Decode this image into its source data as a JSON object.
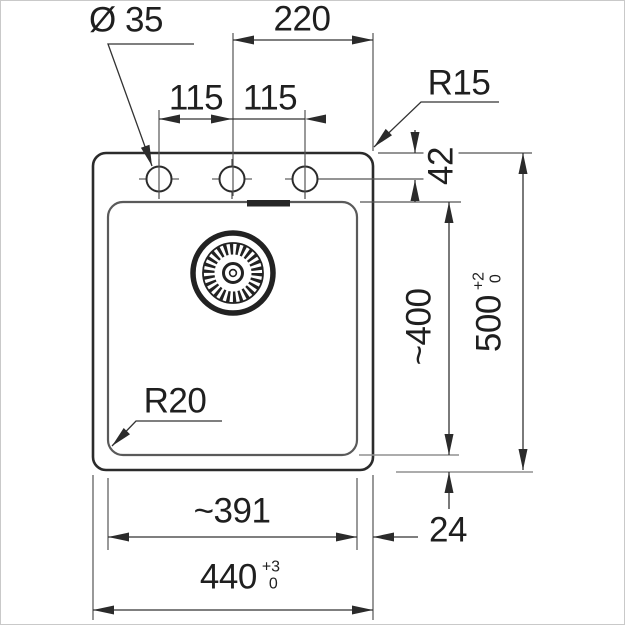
{
  "drawing": {
    "title": "sink-dimension-drawing",
    "dimensions": {
      "faucet_hole_diameter": "Ø 35",
      "center_to_right_edge": "220",
      "hole_spacing_left": "115",
      "hole_spacing_right": "115",
      "outer_corner_radius": "R15",
      "holes_offset_from_top_edge": "42",
      "bowl_length": "~400",
      "overall_length": "500",
      "overall_length_tol_upper": "+2",
      "overall_length_tol_lower": "0",
      "bowl_corner_radius": "R20",
      "bowl_width": "~391",
      "rim_width": "24",
      "overall_width": "440",
      "overall_width_tol_upper": "+3",
      "overall_width_tol_lower": "0"
    },
    "colors": {
      "background": "#ffffff",
      "frame": "#c9c9c9",
      "outer_outline": "#2b2b2b",
      "bowl_outline": "#5a5a5a",
      "dimension_line": "#333333",
      "extension_line": "#555555",
      "light_extension_line": "#909090",
      "text": "#1f1f1f"
    }
  }
}
